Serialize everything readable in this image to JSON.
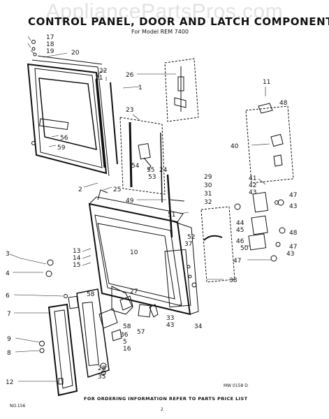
{
  "watermark": "AppliancePartsPros.com",
  "title": "CONTROL PANEL, DOOR AND LATCH COMPONENTS",
  "subtitle": "For Model REM 7400",
  "footer": "FOR ORDERING INFORMATION REFER TO PARTS PRICE LIST",
  "drawing_code": "MW 0158 D",
  "part_number": "NO.156",
  "page_number": "2",
  "callouts": [
    "1",
    "2",
    "3",
    "4",
    "5",
    "6",
    "7",
    "8",
    "9",
    "10",
    "11",
    "12",
    "13",
    "14",
    "15",
    "16",
    "17",
    "18",
    "19",
    "20",
    "21",
    "22",
    "23",
    "24",
    "25",
    "26",
    "27",
    "28",
    "29",
    "30",
    "31",
    "32",
    "33",
    "34",
    "35",
    "36",
    "37",
    "38",
    "40",
    "41",
    "42",
    "43",
    "44",
    "45",
    "46",
    "47",
    "48",
    "49",
    "50",
    "51",
    "52",
    "53",
    "54",
    "55",
    "56",
    "57",
    "58",
    "59"
  ]
}
